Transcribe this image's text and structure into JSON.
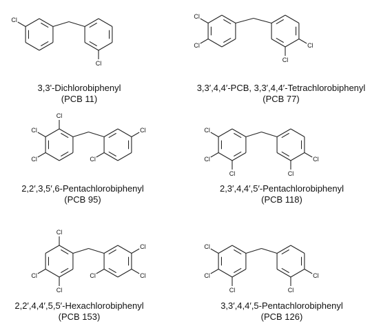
{
  "compounds": [
    {
      "name": "3,3'-Dichlorobiphenyl",
      "code": "(PCB 11)",
      "left_ring": {
        "cl": {
          "5": "Cl"
        }
      },
      "right_ring": {
        "cl": {
          "3": "Cl"
        }
      }
    },
    {
      "name": "3,3′,4,4′-PCB, 3,3′,4,4′-Tetrachlorobiphenyl",
      "code": "(PCB 77)",
      "left_ring": {
        "cl": {
          "4": "Cl",
          "5": "Cl"
        }
      },
      "right_ring": {
        "cl": {
          "2": "Cl",
          "3": "Cl"
        }
      }
    },
    {
      "name": "2,2′,3,5′,6-Pentachlorobiphenyl",
      "code": "(PCB 95)",
      "left_ring": {
        "cl": {
          "0": "Cl",
          "4": "Cl",
          "5": "Cl"
        }
      },
      "right_ring": {
        "cl": {
          "1": "Cl",
          "4": "Cl"
        }
      }
    },
    {
      "name": "2,3′,4,4′,5′-Pentachlorobiphenyl",
      "code": "(PCB 118)",
      "left_ring": {
        "cl": {
          "3": "Cl",
          "4": "Cl",
          "5": "Cl"
        }
      },
      "right_ring": {
        "cl": {
          "2": "Cl",
          "3": "Cl"
        }
      }
    },
    {
      "name": "2,2′,4,4′,5,5′-Hexachlorobiphenyl",
      "code": "(PCB 153)",
      "left_ring": {
        "cl": {
          "0": "Cl",
          "3": "Cl",
          "4": "Cl"
        }
      },
      "right_ring": {
        "cl": {
          "1": "Cl",
          "2": "Cl",
          "4": "Cl"
        }
      }
    },
    {
      "name": "3,3′,4,4′,5-Pentachlorobiphenyl",
      "code": "(PCB 126)",
      "left_ring": {
        "cl": {
          "3": "Cl",
          "4": "Cl",
          "5": "Cl"
        }
      },
      "right_ring": {
        "cl": {
          "2": "Cl",
          "3": "Cl"
        }
      }
    }
  ]
}
